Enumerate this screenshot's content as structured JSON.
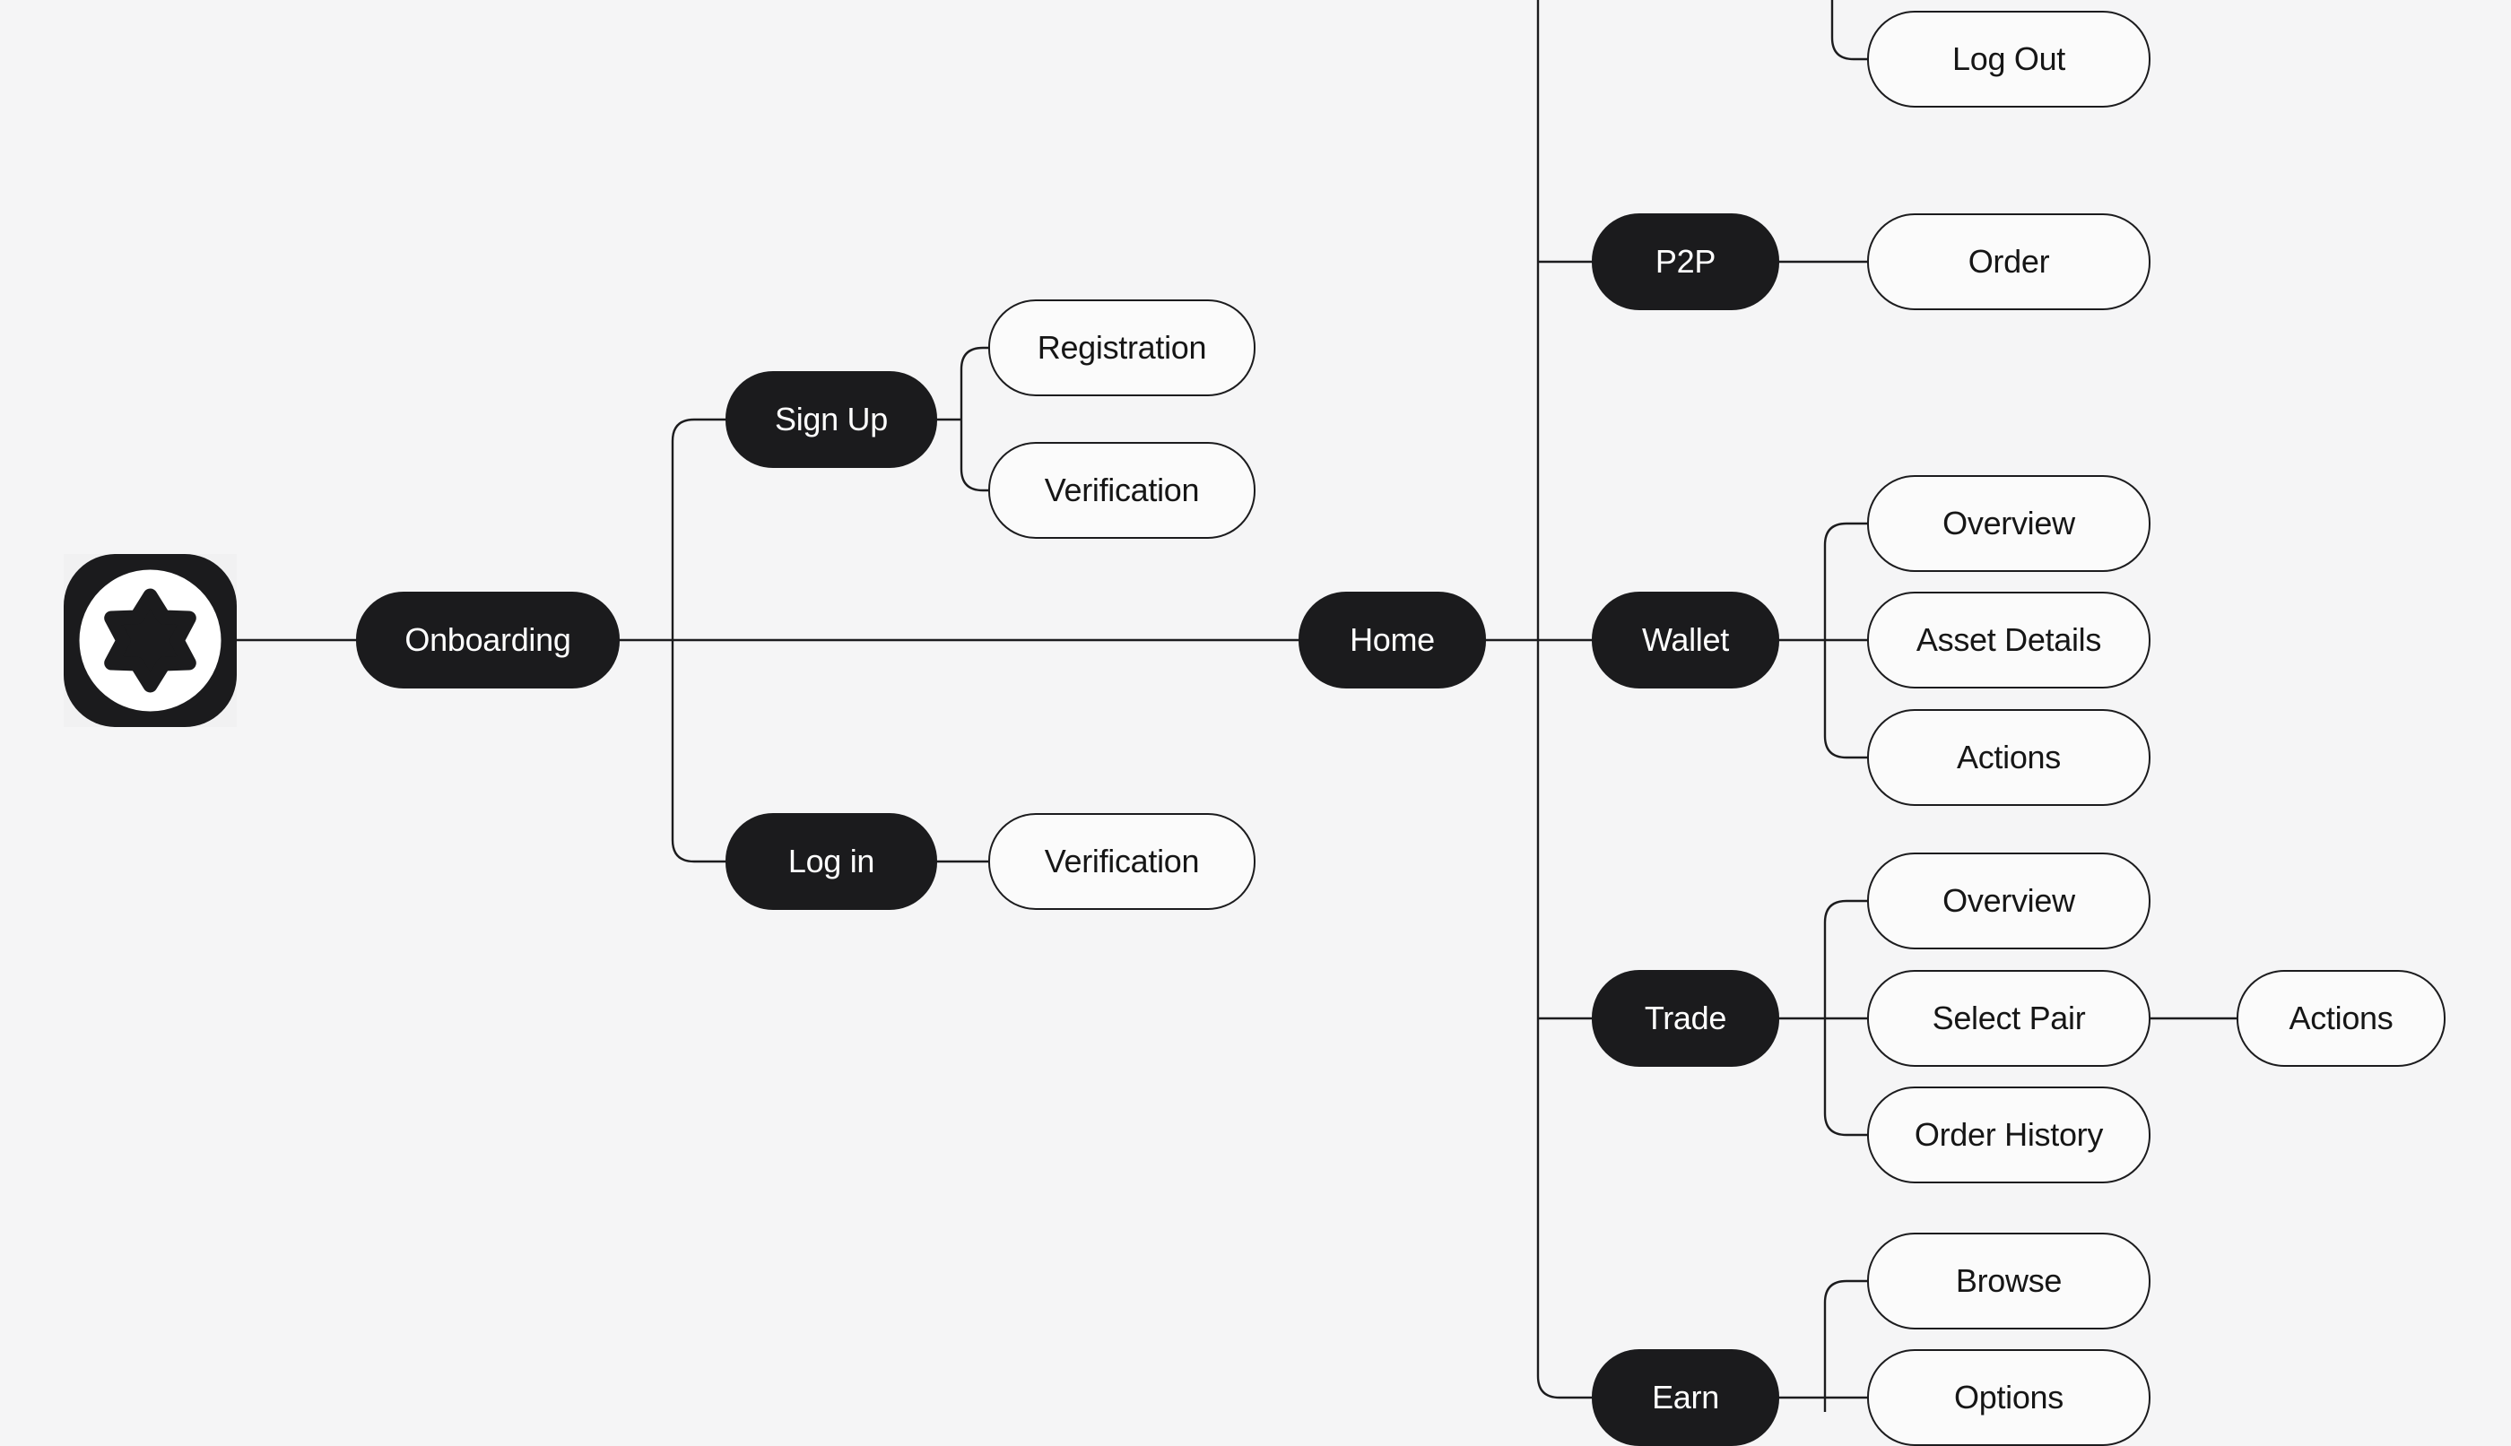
{
  "colors": {
    "background": "#f5f5f6",
    "node_dark_fill": "#1b1b1d",
    "node_dark_text": "#ffffff",
    "node_light_fill": "#fbfbfb",
    "node_light_text": "#161616",
    "connector": "#1c1c1e"
  },
  "icons": {
    "logo": "six-point-star-in-circle-app-icon"
  },
  "nodes": {
    "onboarding": {
      "label": "Onboarding"
    },
    "sign_up": {
      "label": "Sign Up"
    },
    "registration": {
      "label": "Registration"
    },
    "sign_up_verification": {
      "label": "Verification"
    },
    "log_in": {
      "label": "Log in"
    },
    "log_in_verification": {
      "label": "Verification"
    },
    "home": {
      "label": "Home"
    },
    "log_out": {
      "label": "Log Out"
    },
    "p2p": {
      "label": "P2P"
    },
    "order": {
      "label": "Order"
    },
    "wallet": {
      "label": "Wallet"
    },
    "wallet_overview": {
      "label": "Overview"
    },
    "asset_details": {
      "label": "Asset Details"
    },
    "wallet_actions": {
      "label": "Actions"
    },
    "trade": {
      "label": "Trade"
    },
    "trade_overview": {
      "label": "Overview"
    },
    "select_pair": {
      "label": "Select Pair"
    },
    "order_history": {
      "label": "Order History"
    },
    "trade_actions": {
      "label": "Actions"
    },
    "earn": {
      "label": "Earn"
    },
    "browse": {
      "label": "Browse"
    },
    "options": {
      "label": "Options"
    }
  },
  "edges": [
    {
      "from": "logo",
      "to": "onboarding"
    },
    {
      "from": "onboarding",
      "to": "sign_up"
    },
    {
      "from": "onboarding",
      "to": "home"
    },
    {
      "from": "onboarding",
      "to": "log_in"
    },
    {
      "from": "sign_up",
      "to": "registration"
    },
    {
      "from": "sign_up",
      "to": "sign_up_verification"
    },
    {
      "from": "log_in",
      "to": "log_in_verification"
    },
    {
      "from": "home",
      "to": "p2p"
    },
    {
      "from": "home",
      "to": "wallet"
    },
    {
      "from": "home",
      "to": "trade"
    },
    {
      "from": "home",
      "to": "earn"
    },
    {
      "from": "offscreen-parent",
      "to": "log_out"
    },
    {
      "from": "p2p",
      "to": "order"
    },
    {
      "from": "wallet",
      "to": "wallet_overview"
    },
    {
      "from": "wallet",
      "to": "asset_details"
    },
    {
      "from": "wallet",
      "to": "wallet_actions"
    },
    {
      "from": "trade",
      "to": "trade_overview"
    },
    {
      "from": "trade",
      "to": "select_pair"
    },
    {
      "from": "trade",
      "to": "order_history"
    },
    {
      "from": "select_pair",
      "to": "trade_actions"
    },
    {
      "from": "earn",
      "to": "browse"
    },
    {
      "from": "earn",
      "to": "options"
    }
  ]
}
